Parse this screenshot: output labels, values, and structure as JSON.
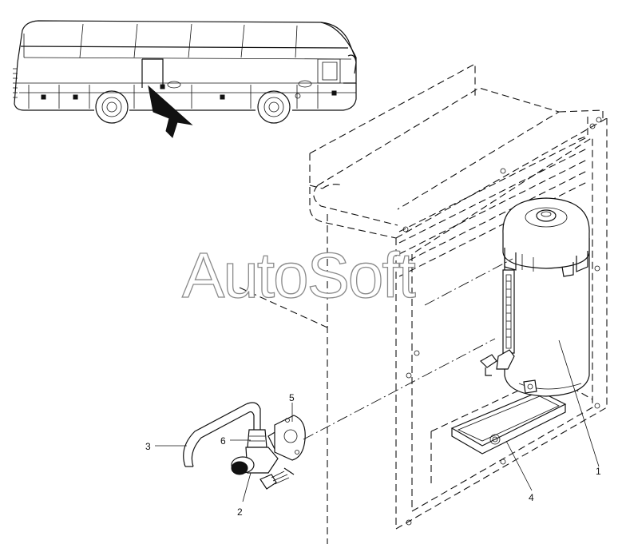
{
  "watermark": "AutoSoft",
  "callouts": [
    {
      "id": "label-1",
      "text": "1"
    },
    {
      "id": "label-2",
      "text": "2"
    },
    {
      "id": "label-3",
      "text": "3"
    },
    {
      "id": "label-4",
      "text": "4"
    },
    {
      "id": "label-5",
      "text": "5"
    },
    {
      "id": "label-6",
      "text": "6"
    }
  ]
}
